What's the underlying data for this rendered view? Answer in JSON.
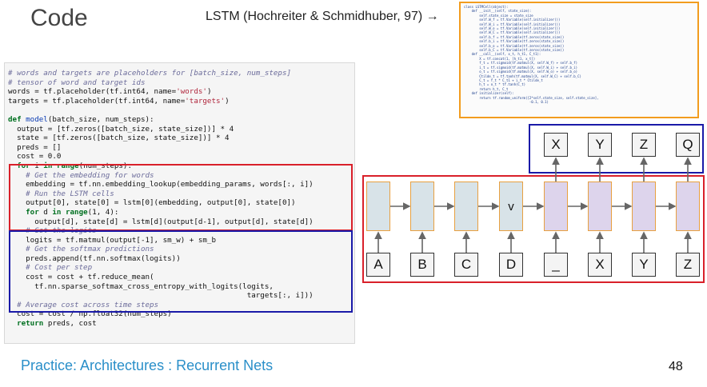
{
  "slide": {
    "title": "Code",
    "citation": "LSTM (Hochreiter & Schmidhuber, 97) →",
    "footer": "Practice: Architectures : Recurrent Nets",
    "page_number": "48"
  },
  "lstm_code": "class LSTMCell(object):\n    def __init__(self, state_size):\n        self.state_size = state_size\n        self.W_f = tf.Variable(self.initializer())\n        self.W_i = tf.Variable(self.initializer())\n        self.W_o = tf.Variable(self.initializer())\n        self.W_C = tf.Variable(self.initializer())\n        self.b_f = tf.Variable(tf.zeros(state_size))\n        self.b_i = tf.Variable(tf.zeros(state_size))\n        self.b_o = tf.Variable(tf.zeros(state_size))\n        self.b_C = tf.Variable(tf.zeros(state_size))\n    def __call__(self, x_t, h_t1, C_t1):\n        X = tf.concat(1, [h_t1, x_t])\n        f_t = tf.sigmoid(tf.matmul(X, self.W_f) + self.b_f)\n        i_t = tf.sigmoid(tf.matmul(X, self.W_i) + self.b_i)\n        o_t = tf.sigmoid(tf.matmul(X, self.W_o) + self.b_o)\n        Ctilde_t = tf.tanh(tf.matmul(X, self.W_C) + self.b_C)\n        C_t = f_t * C_t1 + i_t * Ctilde_t\n        h_t = o_t * tf.tanh(C_t)\n        return h_t, C_t\n    def initializer(self):\n        return tf.random_uniform([2*self.state_size, self.state_size],\n                                  -0.1, 0.1)",
  "code_lines": [
    [
      {
        "t": "# words and targets are placeholders for [batch_size, num_steps]",
        "c": "c"
      }
    ],
    [
      {
        "t": "# tensor of word and target ids",
        "c": "c"
      }
    ],
    [
      {
        "t": "words = tf.placeholder(tf.int64, name="
      },
      {
        "t": "'words'",
        "c": "s"
      },
      {
        "t": ")"
      }
    ],
    [
      {
        "t": "targets = tf.placeholder(tf.int64, name="
      },
      {
        "t": "'targets'",
        "c": "s"
      },
      {
        "t": ")"
      }
    ],
    [
      {
        "t": ""
      }
    ],
    [
      {
        "t": "def ",
        "c": "k"
      },
      {
        "t": "model",
        "c": "f"
      },
      {
        "t": "(batch_size, num_steps):"
      }
    ],
    [
      {
        "t": "  output = [tf.zeros([batch_size, state_size])] * 4"
      }
    ],
    [
      {
        "t": "  state = [tf.zeros([batch_size, state_size])] * 4"
      }
    ],
    [
      {
        "t": "  preds = []"
      }
    ],
    [
      {
        "t": "  cost = 0.0"
      }
    ],
    [
      {
        "t": "  "
      },
      {
        "t": "for",
        "c": "k"
      },
      {
        "t": " i "
      },
      {
        "t": "in",
        "c": "k"
      },
      {
        "t": " "
      },
      {
        "t": "range",
        "c": "k"
      },
      {
        "t": "(num_steps):"
      }
    ],
    [
      {
        "t": "    # Get the embedding for words",
        "c": "c"
      }
    ],
    [
      {
        "t": "    embedding = tf.nn.embedding_lookup(embedding_params, words[:, i])"
      }
    ],
    [
      {
        "t": "    # Run the LSTM cells",
        "c": "c"
      }
    ],
    [
      {
        "t": "    output[0], state[0] = lstm[0](embedding, output[0], state[0])"
      }
    ],
    [
      {
        "t": "    "
      },
      {
        "t": "for",
        "c": "k"
      },
      {
        "t": " d "
      },
      {
        "t": "in",
        "c": "k"
      },
      {
        "t": " "
      },
      {
        "t": "range",
        "c": "k"
      },
      {
        "t": "(1, 4):"
      }
    ],
    [
      {
        "t": "      output[d], state[d] = lstm[d](output[d-1], output[d], state[d])"
      }
    ],
    [
      {
        "t": "    # Get the logits",
        "c": "c"
      }
    ],
    [
      {
        "t": "    logits = tf.matmul(output[-1], sm_w) + sm_b"
      }
    ],
    [
      {
        "t": "    # Get the softmax predictions",
        "c": "c"
      }
    ],
    [
      {
        "t": "    preds.append(tf.nn.softmax(logits))"
      }
    ],
    [
      {
        "t": "    # Cost per step",
        "c": "c"
      }
    ],
    [
      {
        "t": "    cost = cost + tf.reduce_mean("
      }
    ],
    [
      {
        "t": "      tf.nn.sparse_softmax_cross_entropy_with_logits(logits,"
      }
    ],
    [
      {
        "t": "                                                      targets[:, i]))"
      }
    ],
    [
      {
        "t": "  # Average cost across time steps",
        "c": "c"
      }
    ],
    [
      {
        "t": "  cost = cost / np.float32(num_steps)"
      }
    ],
    [
      {
        "t": "  "
      },
      {
        "t": "return",
        "c": "k"
      },
      {
        "t": " preds, cost"
      }
    ]
  ],
  "diagram": {
    "inputs": [
      "A",
      "B",
      "C",
      "D",
      "_",
      "X",
      "Y",
      "Z"
    ],
    "cell_labels": [
      "",
      "",
      "",
      "v",
      "",
      "",
      "",
      ""
    ],
    "outputs": [
      "X",
      "Y",
      "Z",
      "Q"
    ],
    "encoder_color": "#d8e3e8",
    "decoder_color": "#ddd4ec",
    "highlight_red": "#d9202a",
    "highlight_blue": "#1a1aa8",
    "lstm_border": "#f29c1e"
  }
}
